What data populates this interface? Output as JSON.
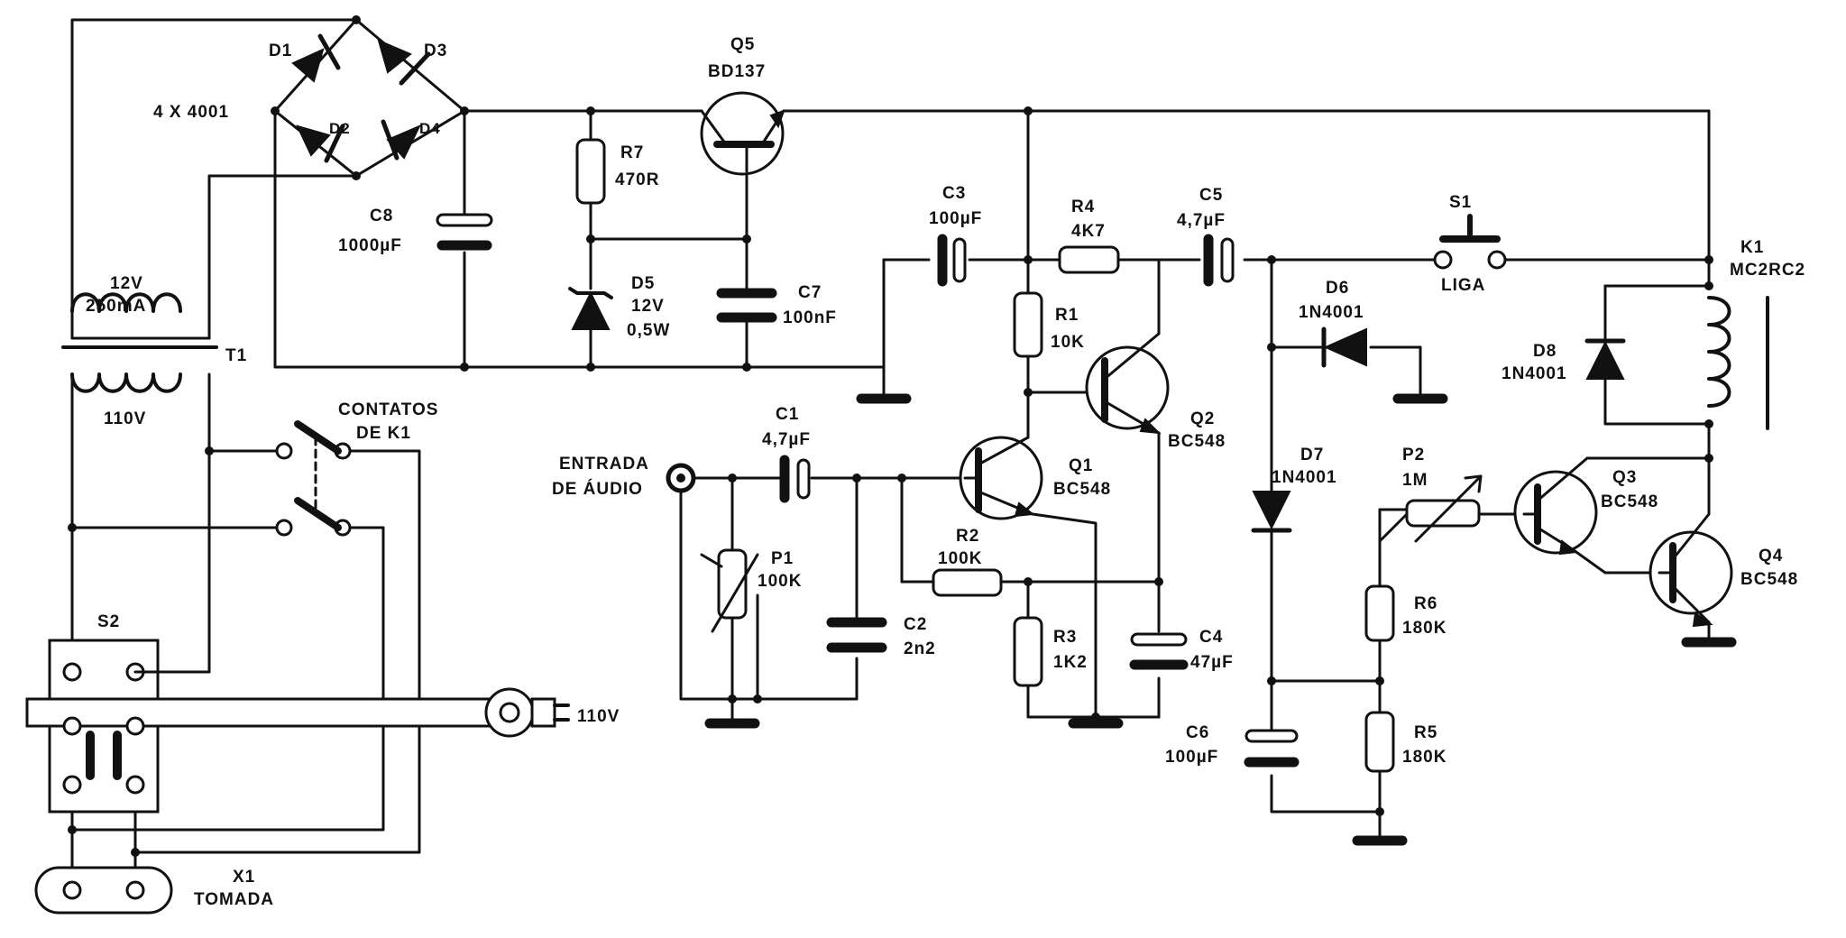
{
  "labels": {
    "bridge_diodes": "4 X 4001",
    "d1": "D1",
    "d2": "D2",
    "d3": "D3",
    "d4": "D4",
    "c8_name": "C8",
    "c8_value": "1000µF",
    "r7_name": "R7",
    "r7_value": "470R",
    "d5_name": "D5",
    "d5_value1": "12V",
    "d5_value2": "0,5W",
    "q5_name": "Q5",
    "q5_type": "BD137",
    "c7_name": "C7",
    "c7_value": "100nF",
    "c3_name": "C3",
    "c3_value": "100µF",
    "r4_name": "R4",
    "r4_value": "4K7",
    "c5_name": "C5",
    "c5_value": "4,7µF",
    "s1_name": "S1",
    "s1_label": "LIGA",
    "k1_name": "K1",
    "k1_type": "MC2RC2",
    "r1_name": "R1",
    "r1_value": "10K",
    "d6_name": "D6",
    "d6_type": "1N4001",
    "d8_name": "D8",
    "d8_type": "1N4001",
    "q2_name": "Q2",
    "q2_type": "BC548",
    "t1_secondary_v": "12V",
    "t1_secondary_i": "250mA",
    "t1_name": "T1",
    "t1_primary": "110V",
    "contacts_1": "CONTATOS",
    "contacts_2": "DE K1",
    "input_1": "ENTRADA",
    "input_2": "DE ÁUDIO",
    "c1_name": "C1",
    "c1_value": "4,7µF",
    "q1_name": "Q1",
    "q1_type": "BC548",
    "d7_name": "D7",
    "d7_type": "1N4001",
    "p2_name": "P2",
    "p2_value": "1M",
    "q3_name": "Q3",
    "q3_type": "BC548",
    "q4_name": "Q4",
    "q4_type": "BC548",
    "r2_name": "R2",
    "r2_value": "100K",
    "p1_name": "P1",
    "p1_value": "100K",
    "c2_name": "C2",
    "c2_value": "2n2",
    "r3_name": "R3",
    "r3_value": "1K2",
    "c4_name": "C4",
    "c4_value": "47µF",
    "r6_name": "R6",
    "r6_value": "180K",
    "r5_name": "R5",
    "r5_value": "180K",
    "c6_name": "C6",
    "c6_value": "100µF",
    "s2_name": "S2",
    "mains_plug": "110V",
    "x1_name": "X1",
    "x1_label": "TOMADA"
  }
}
